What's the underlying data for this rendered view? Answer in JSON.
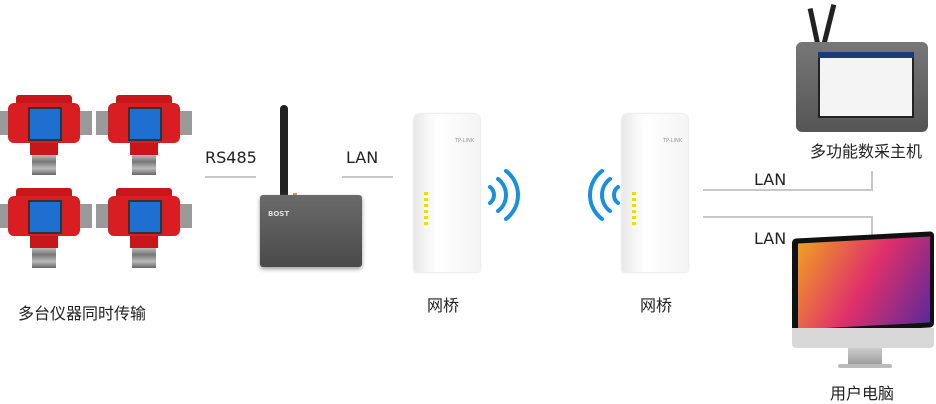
{
  "labels": {
    "instruments": "多台仪器同时传输",
    "rs485": "RS485",
    "lan_left": "LAN",
    "bridge_left": "网桥",
    "bridge_right": "网桥",
    "host": "多功能数采主机",
    "lan_top": "LAN",
    "lan_bottom": "LAN",
    "pc": "用户电脑"
  },
  "colors": {
    "wifi": "#1a8fe0",
    "line": "#c8c8c8",
    "detector": "#d81e22"
  }
}
